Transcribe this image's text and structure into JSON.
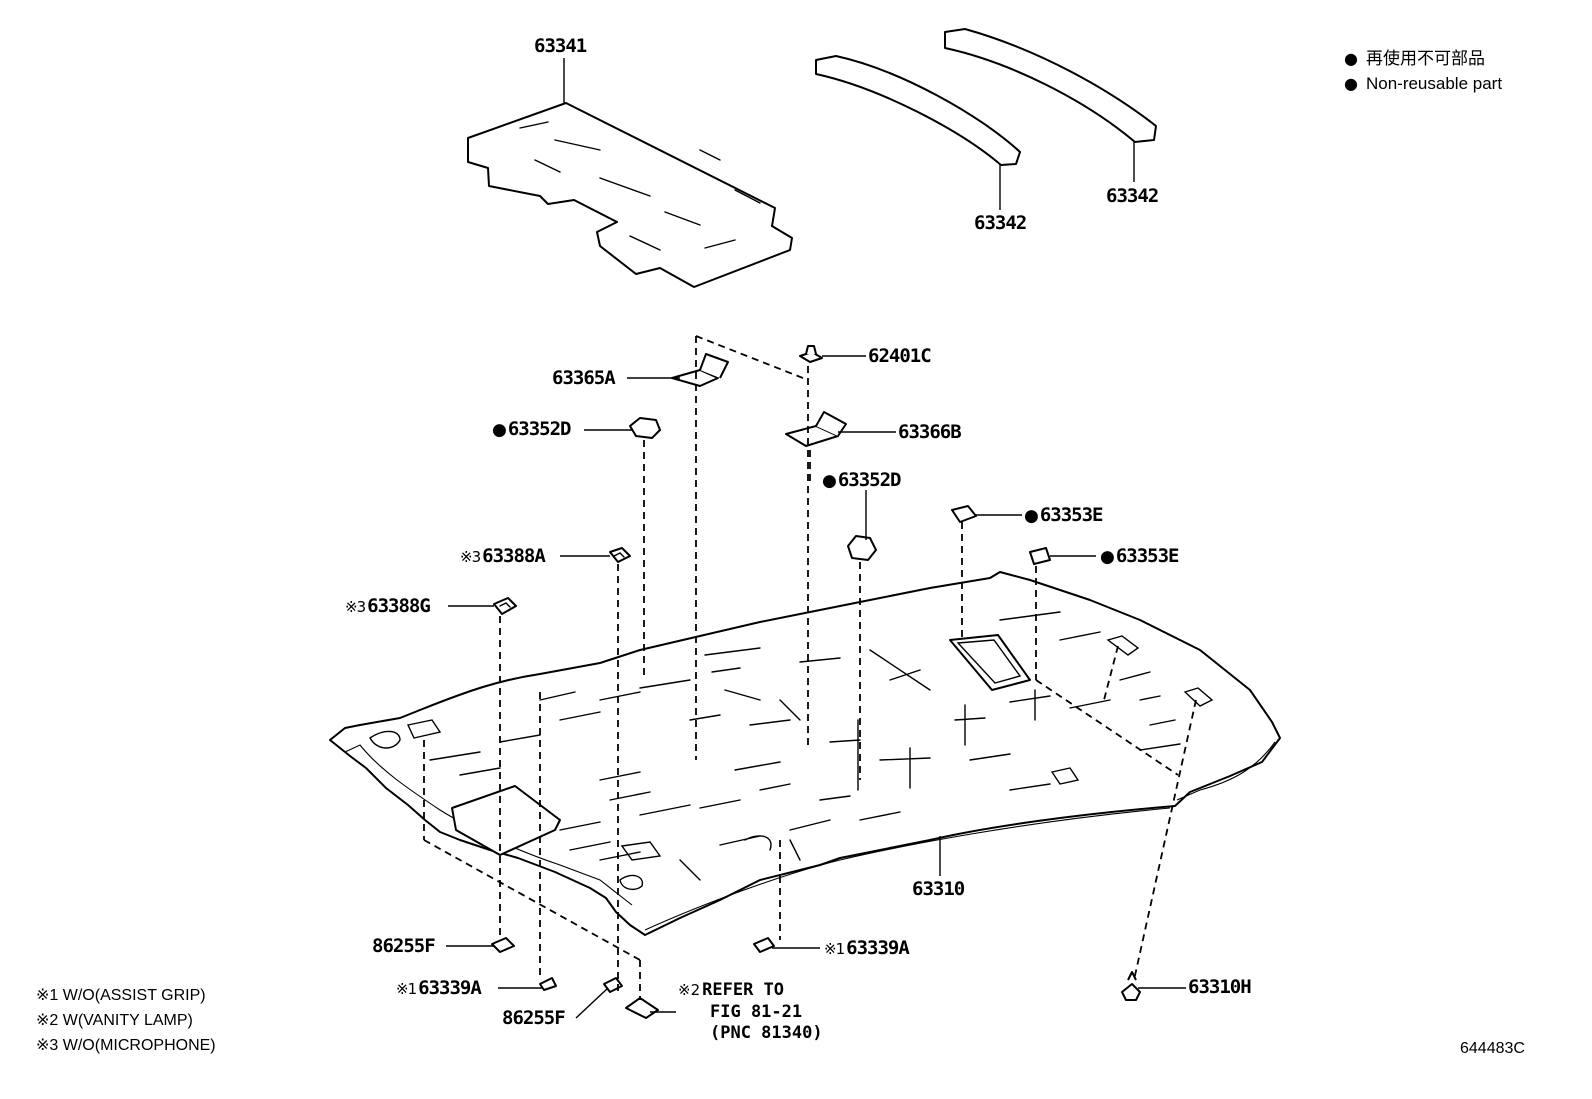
{
  "legend": {
    "jp": "再使用不可部品",
    "en": "Non-reusable part"
  },
  "callouts": {
    "c63341": "63341",
    "c63342a": "63342",
    "c63342b": "63342",
    "c63365A": "63365A",
    "c62401C": "62401C",
    "c63352D_left": "63352D",
    "c63366B": "63366B",
    "c63352D_right": "63352D",
    "c63353E_a": "63353E",
    "c63353E_b": "63353E",
    "c63388A": "63388A",
    "c63388G": "63388G",
    "c63310": "63310",
    "c86255F_a": "86255F",
    "c63339A_right": "63339A",
    "c63339A_left": "63339A",
    "c86255F_b": "86255F",
    "c63310H": "63310H"
  },
  "marks": {
    "m1": "※1",
    "m3": "※3",
    "m2": "※2"
  },
  "refer": {
    "line1": "REFER TO",
    "line2": "FIG 81-21",
    "line3": "(PNC 81340)"
  },
  "footnotes": {
    "f1": "※1 W/O(ASSIST GRIP)",
    "f2": "※2 W(VANITY LAMP)",
    "f3": "※3 W/O(MICROPHONE)"
  },
  "figure_number": "644483C"
}
